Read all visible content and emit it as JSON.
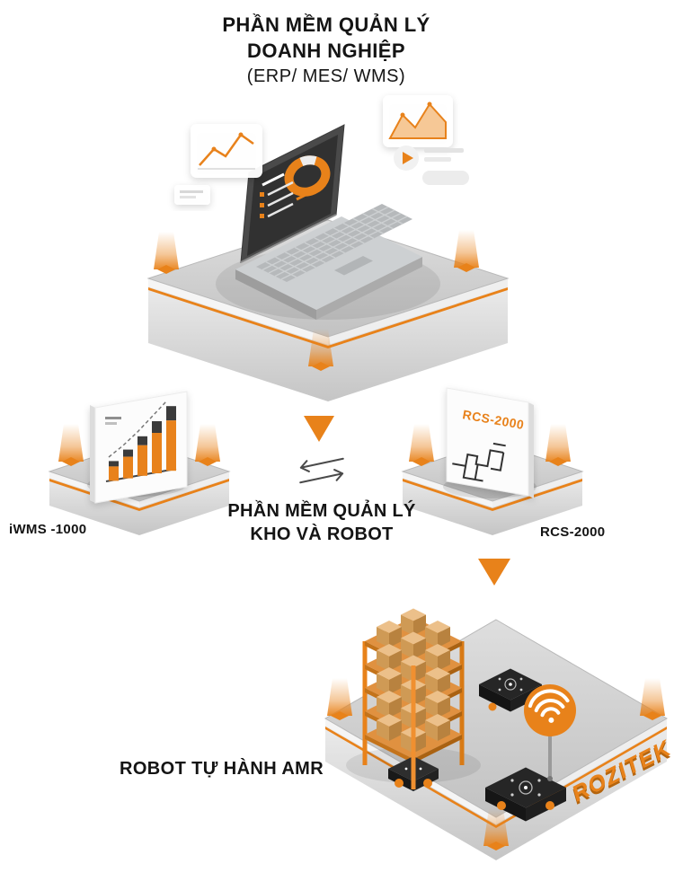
{
  "page": {
    "background": "#ffffff",
    "kind": "isometric-architecture-diagram"
  },
  "colors": {
    "accent_orange": "#E8821A",
    "dark_text": "#141414",
    "platform_gray": "#CDCDCD",
    "screen_dark": "#323232"
  },
  "top_section": {
    "title_line1": "PHẦN MỀM QUẢN LÝ",
    "title_line2": "DOANH NGHIỆP",
    "subtitle": "(ERP/ MES/ WMS)"
  },
  "middle_section": {
    "title_line1": "PHẦN MỀM QUẢN LÝ",
    "title_line2": "KHO VÀ ROBOT",
    "left_platform_label": "iWMS -1000",
    "right_platform_label": "RCS-2000",
    "right_screen_title": "RCS-2000"
  },
  "bottom_section": {
    "label": "ROBOT TỰ HÀNH AMR",
    "brand": "ROZITEK"
  },
  "icons": {
    "down_arrow": "triangle-down",
    "exchange_arrows": "bidirectional-harpoons",
    "wifi": "wifi-signal"
  }
}
